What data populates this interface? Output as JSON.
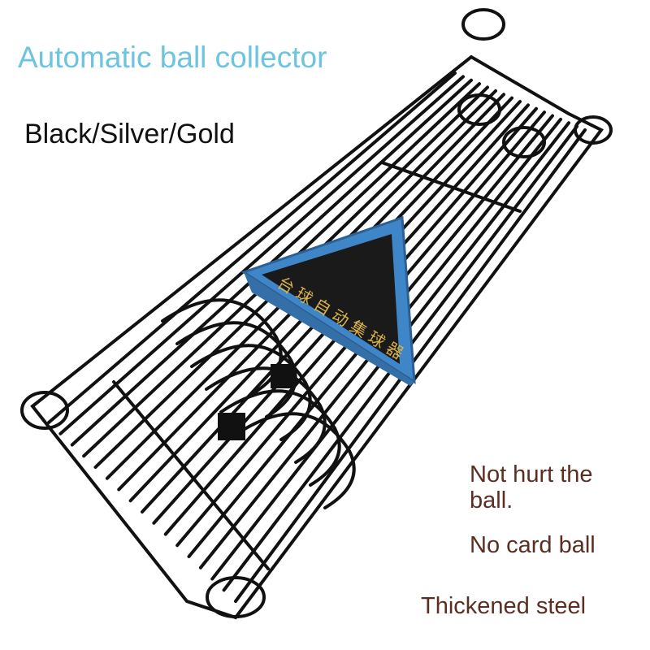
{
  "title": "Automatic ball collector",
  "colors": "Black/Silver/Gold",
  "features": [
    "Not hurt the ball.",
    "No card ball",
    "Thickened steel"
  ],
  "tray_label": "台球自动集球器",
  "palette": {
    "title": "#6cc4de",
    "feature_text": "#5a2f22",
    "rack_wire": "#111111",
    "tray_blue": "#3f86c8",
    "tray_felt": "#1a1a1a",
    "tray_label": "#d9b24a"
  }
}
